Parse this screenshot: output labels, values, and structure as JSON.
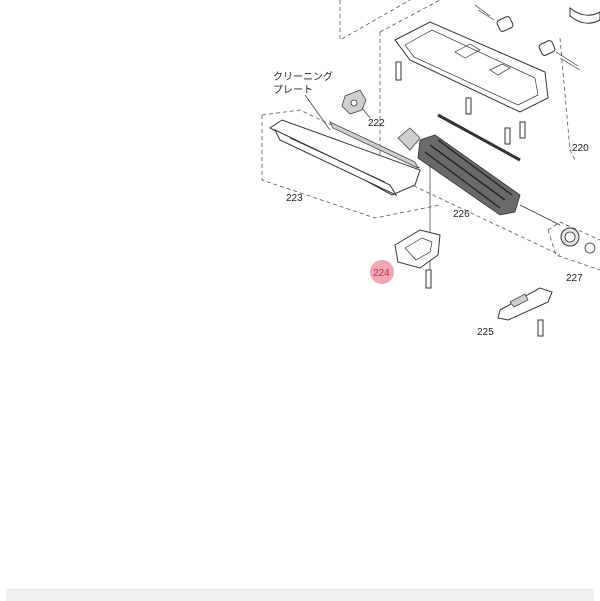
{
  "diagram": {
    "callout_label": "クリーニング\nプレート",
    "callout_line1": "クリーニング",
    "callout_line2": "プレート",
    "parts": {
      "p220": "220",
      "p222": "222",
      "p223": "223",
      "p224": "224",
      "p225": "225",
      "p226": "226",
      "p227": "227"
    },
    "highlight_color": "#f2a7b4",
    "highlighted_part": "224"
  }
}
